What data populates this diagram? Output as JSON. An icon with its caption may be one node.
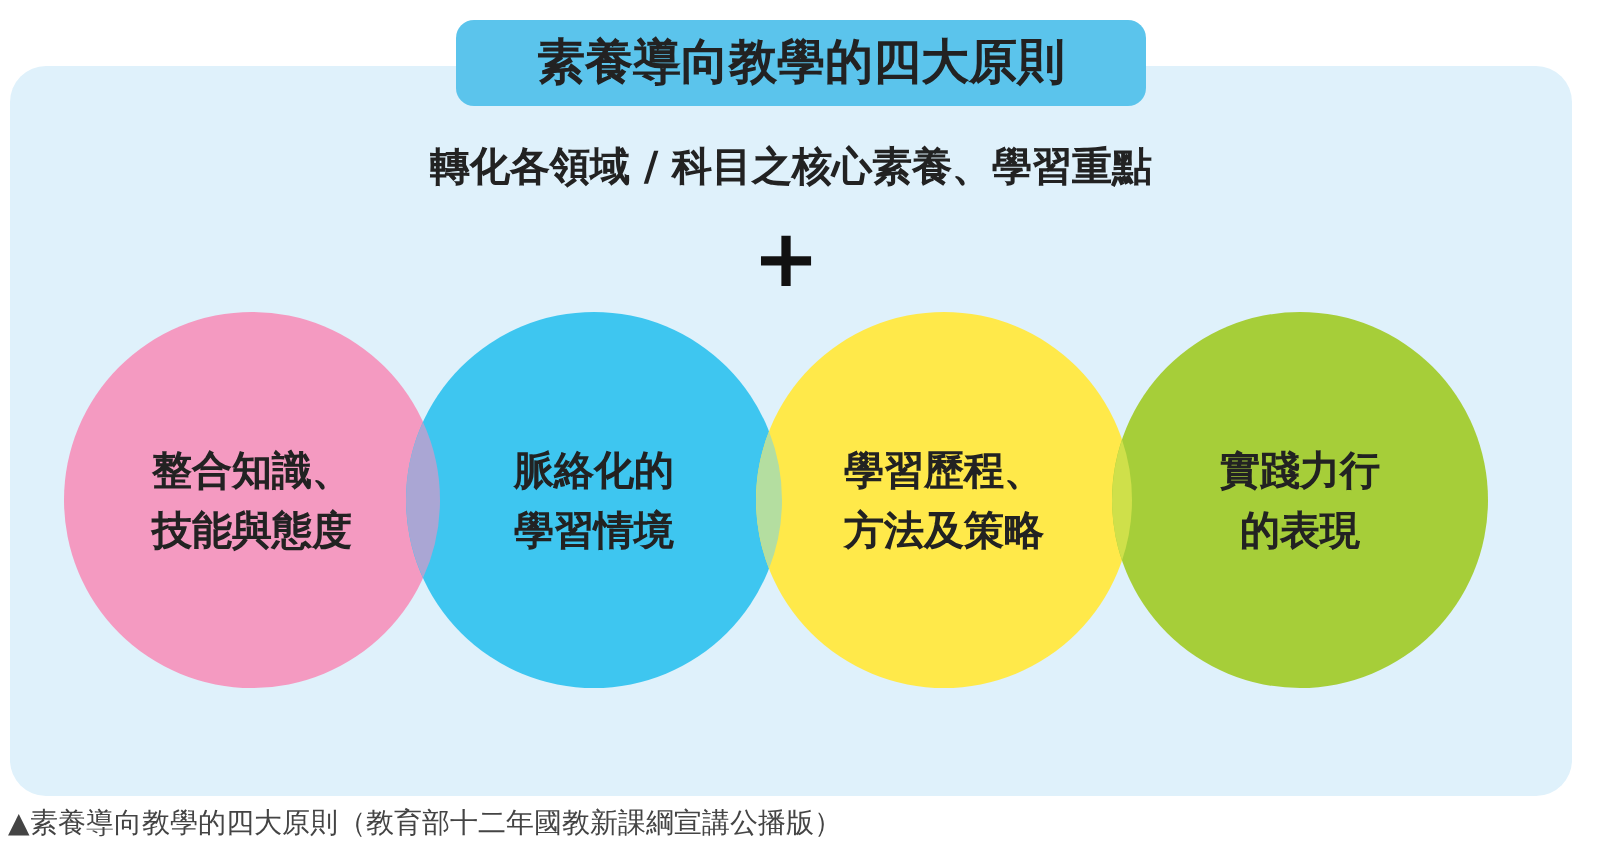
{
  "diagram": {
    "title": "素養導向教學的四大原則",
    "caption": "▲素養導向教學的四大原則（教育部十二年國教新課綱宣講公播版）",
    "nodes": [
      {
        "text": [
          "轉化各領域 / 科目之核心素養、學習重點"
        ]
      },
      {
        "text": [
          "整合知識、技能與態度"
        ],
        "in": 0
      },
      {
        "text": [
          "脈絡化的學習情境"
        ],
        "in": 0
      },
      {
        "text": [
          "學習歷程、方法及策略"
        ],
        "in": 0
      },
      {
        "text": [
          "實踐力行的表現"
        ],
        "in": 0
      }
    ],
    "labels": [
      "+"
    ]
  }
}
